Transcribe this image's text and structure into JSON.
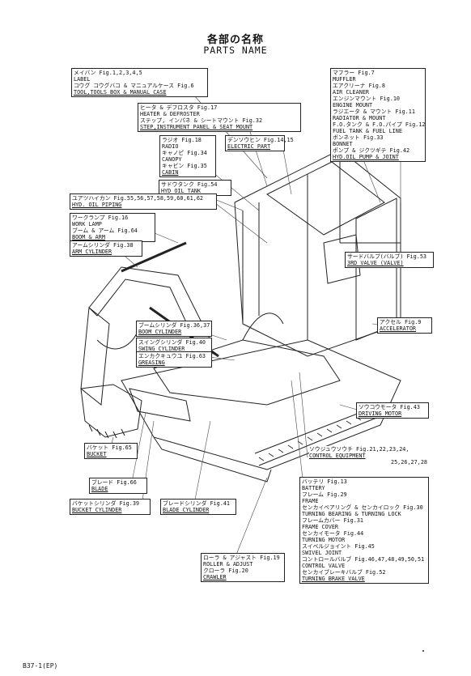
{
  "title": {
    "jp": "各部の名称",
    "en": "PARTS NAME"
  },
  "labels": [
    {
      "id": "label-tool",
      "lines": [
        "メイバン Fig.1,2,3,4,5",
        "LABEL",
        "コウグ コウグバコ & マニュアルケース Fig.6",
        "TOOL,TOOLS BOX & MANUAL CASE"
      ]
    },
    {
      "id": "heater",
      "lines": [
        "ヒータ & デフロスタ Fig.17",
        "HEATER & DEFROSTER",
        "ステップ, インパネ & シートマウント Fig.32",
        "STEP,INSTRUMENT PANEL & SEAT MOUNT"
      ]
    },
    {
      "id": "radio",
      "lines": [
        "ラジオ Fig.18",
        "RADIO",
        "キャノピ Fig.34",
        "CANOPY",
        "キャビン Fig.35",
        "CABIN"
      ]
    },
    {
      "id": "electric",
      "lines": [
        "デンソウヒン Fig.14,15",
        "ELECTRIC PART"
      ]
    },
    {
      "id": "hyd-tank",
      "lines": [
        "サドウタンク Fig.54",
        "HYD OIL TANK"
      ]
    },
    {
      "id": "hyd-piping",
      "lines": [
        "ユアツハイカン Fig.55,56,57,58,59,60,61,62",
        "HYD. OIL PIPING"
      ]
    },
    {
      "id": "work-lamp",
      "lines": [
        "ワークランプ Fig.16",
        "WORK LAMP",
        "ブーム & アーム Fig.64",
        "BOOM & ARM"
      ]
    },
    {
      "id": "arm-cyl",
      "lines": [
        "アームシリンダ Fig.38",
        "ARM CYLINDER"
      ]
    },
    {
      "id": "boom-cyl",
      "lines": [
        "ブームシリンダ Fig.36,37",
        "BOOM CYLINDER"
      ]
    },
    {
      "id": "swing-cyl",
      "lines": [
        "スイングシリンダ Fig.40",
        "SWING CYLINDER"
      ]
    },
    {
      "id": "greasing",
      "lines": [
        "エンカクキュウユ Fig.63",
        "GREASING"
      ]
    },
    {
      "id": "bucket",
      "lines": [
        "バケット Fig.65",
        "BUCKET"
      ]
    },
    {
      "id": "blade",
      "lines": [
        "ブレード Fig.66",
        "BLADE"
      ]
    },
    {
      "id": "bucket-cyl",
      "lines": [
        "バケットシリンダ Fig.39",
        "BUCKET CYLINDER"
      ]
    },
    {
      "id": "blade-cyl",
      "lines": [
        "ブレードシリンダ Fig.41",
        "BLADE CYLINDER"
      ]
    },
    {
      "id": "roller",
      "lines": [
        "ローラ & アジャスト Fig.19",
        "ROLLER & ADJUST",
        "クローラ Fig.20",
        "CRAWLER"
      ]
    },
    {
      "id": "muffler",
      "lines": [
        "マフラー Fig.7",
        "MUFFLER",
        "エアクリーナ Fig.8",
        "AIR CLEANER",
        "エンジンマウント Fig.10",
        "ENGINE MOUNT",
        "ラジエータ & マウント Fig.11",
        "RADIATOR & MOUNT",
        "F.O.タンク & F.O.パイプ Fig.12",
        "FUEL TANK & FUEL LINE",
        "ボンネット Fig.33",
        "BONNET",
        "ポンプ & ジクツギテ Fig.42",
        "HYD.OIL PUMP & JOINT"
      ]
    },
    {
      "id": "3rd-valve",
      "lines": [
        "サードバルブ(バルブ) Fig.53",
        "3RD VALVE (VALVE)"
      ]
    },
    {
      "id": "accelerator",
      "lines": [
        "アクセル Fig.9",
        "ACCELERATOR"
      ]
    },
    {
      "id": "driving-motor",
      "lines": [
        "ソウコウモータ Fig.43",
        "DRIVING MOTOR"
      ]
    },
    {
      "id": "control-eq",
      "lines": [
        "ソウジュウソウチ Fig.21,22,23,24,",
        "CONTROL EQUIPMENT",
        "25,26,27,28"
      ]
    },
    {
      "id": "battery",
      "lines": [
        "バッテリ Fig.13",
        "BATTERY",
        "フレーム Fig.29",
        "FRAME",
        "センカイベアリング & センカイロック Fig.30",
        "TURNING BEARING & TURNING LOCK",
        "フレームカバー Fig.31",
        "FRAME COVER",
        "センカイモータ Fig.44",
        "TURNING MOTOR",
        "スイベルジョイント Fig.45",
        "SWIVEL JOINT",
        "コントロールバルブ Fig.46,47,48,49,50,51",
        "CONTROL VALVE",
        "センカイブレーキバルブ Fig.52",
        "TURNING BRAKE VALVE"
      ]
    }
  ],
  "footer": "B37-1(EP)"
}
